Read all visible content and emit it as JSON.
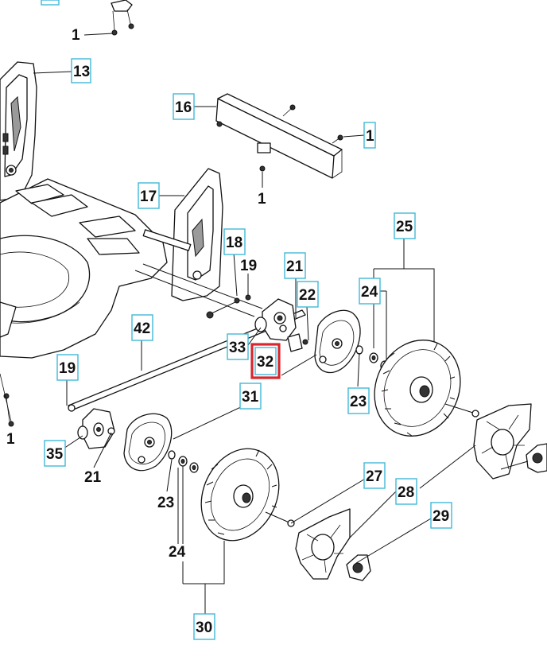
{
  "highlight_color": "#d8262c",
  "box_color": "#41b8d8",
  "labels": {
    "p1_top": "1",
    "p13": "13",
    "p16": "16",
    "p1_right": "1",
    "p1_bracket": "1",
    "p17": "17",
    "p18": "18",
    "p19_top": "19",
    "p21_top": "21",
    "p22": "22",
    "p25": "25",
    "p24_right": "24",
    "p42": "42",
    "p33": "33",
    "p32": "32",
    "p31": "31",
    "p23_right": "23",
    "p19_left": "19",
    "p1_left": "1",
    "p35": "35",
    "p21_bottom": "21",
    "p23_bottom": "23",
    "p27": "27",
    "p28": "28",
    "p29": "29",
    "p24_bottom": "24",
    "p30": "30"
  }
}
